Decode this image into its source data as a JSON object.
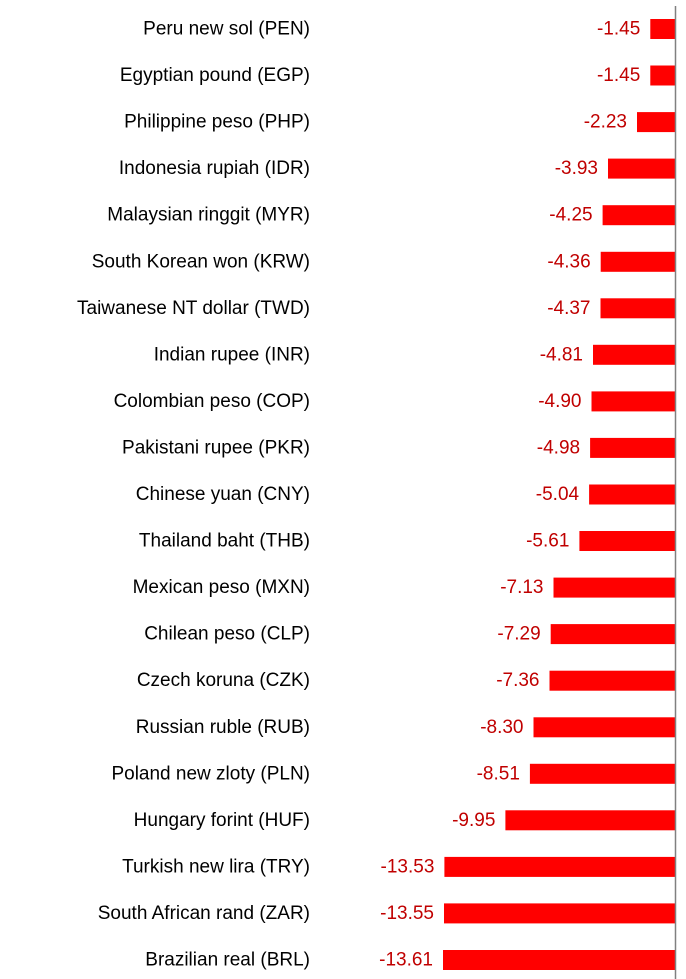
{
  "chart_data": {
    "type": "bar",
    "orientation": "horizontal",
    "categories": [
      "Peru new sol (PEN)",
      "Egyptian pound (EGP)",
      "Philippine peso (PHP)",
      "Indonesia rupiah (IDR)",
      "Malaysian ringgit (MYR)",
      "South Korean won (KRW)",
      "Taiwanese NT dollar (TWD)",
      "Indian rupee (INR)",
      "Colombian peso (COP)",
      "Pakistani rupee (PKR)",
      "Chinese yuan (CNY)",
      "Thailand baht (THB)",
      "Mexican peso (MXN)",
      "Chilean peso (CLP)",
      "Czech koruna (CZK)",
      "Russian ruble (RUB)",
      "Poland new zloty (PLN)",
      "Hungary forint (HUF)",
      "Turkish new lira (TRY)",
      "South African rand (ZAR)",
      "Brazilian real (BRL)"
    ],
    "values": [
      -1.45,
      -1.45,
      -2.23,
      -3.93,
      -4.25,
      -4.36,
      -4.37,
      -4.81,
      -4.9,
      -4.98,
      -5.04,
      -5.61,
      -7.13,
      -7.29,
      -7.36,
      -8.3,
      -8.51,
      -9.95,
      -13.53,
      -13.55,
      -13.61
    ],
    "value_labels": [
      "-1.45",
      "-1.45",
      "-2.23",
      "-3.93",
      "-4.25",
      "-4.36",
      "-4.37",
      "-4.81",
      "-4.90",
      "-4.98",
      "-5.04",
      "-5.61",
      "-7.13",
      "-7.29",
      "-7.36",
      "-8.30",
      "-8.51",
      "-9.95",
      "-13.53",
      "-13.55",
      "-13.61"
    ],
    "xlim": [
      -13.61,
      0
    ],
    "grid": false,
    "legend": "none",
    "colors": {
      "bar": "#ff0000",
      "value_label": "#c00000",
      "axis": "#808080",
      "category_label": "#000000"
    }
  }
}
